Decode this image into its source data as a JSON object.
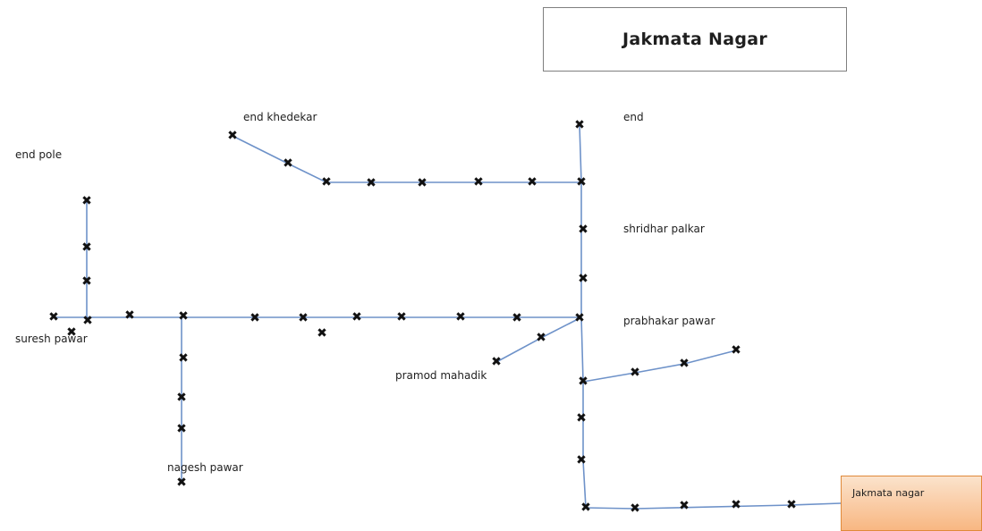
{
  "title": "Jakmata Nagar",
  "legend_label": "Jakmata nagar",
  "labels": {
    "end_khedekar": "end khedekar",
    "end_right": "end",
    "end_pole": "end pole",
    "shridhar_palkar": "shridhar palkar",
    "prabhakar_pawar": "prabhakar pawar",
    "pramod_mahadik": "pramod mahadik",
    "suresh_pawar": "suresh pawar",
    "nagesh_pawar": "nagesh pawar"
  },
  "colors": {
    "wire": "#6e92c9",
    "pole": "#111111",
    "legend_fill": "#f8b782"
  },
  "icons": {
    "pole_marker": "pole-cross-icon"
  }
}
